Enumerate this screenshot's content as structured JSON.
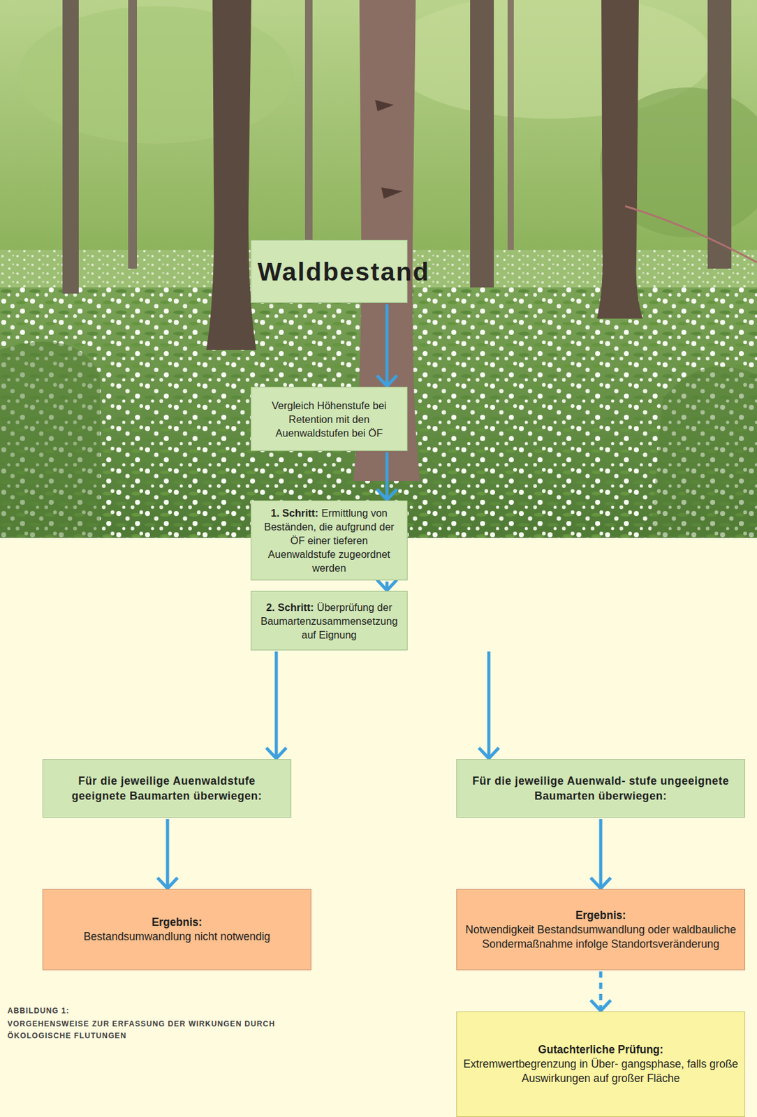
{
  "diagram": {
    "caption": "VORGEHENSWEISE ZUR ERFASSUNG DER WIRKUNGEN DURCH ÖKOLOGISCHE FLUTUNGEN",
    "nodes": [
      {
        "text": [
          "Waldbestand"
        ]
      },
      {
        "text": [
          "Vergleich Höhenstufe bei Retention mit den Auenwaldstufen bei ÖF"
        ]
      },
      {
        "text": [
          "1. Schritt:",
          "Ermittlung von Beständen, die aufgrund der ÖF einer tieferen Auenwaldstufe zugeordnet werden"
        ]
      },
      {
        "text": [
          "2. Schritt:",
          "Überprüfung der Baumartenzusammensetzung auf Eignung"
        ]
      },
      {
        "text": [
          "Für die jeweilige Auenwaldstufe geeignete Baumarten überwiegen:"
        ]
      },
      {
        "text": [
          "Für die jeweilige Auenwald- stufe ungeeignete Baumarten überwiegen:"
        ]
      },
      {
        "text": [
          "Ergebnis:",
          "Bestandsumwandlung nicht notwendig"
        ]
      },
      {
        "text": [
          "Ergebnis:",
          "Notwendigkeit Bestandsumwandlung oder waldbauliche Sondermaßnahme infolge Standortsveränderung"
        ]
      },
      {
        "text": [
          "Gutachterliche Prüfung:",
          "Extremwertbegrenzung in Über- gangsphase, falls große Auswirkungen auf großer Fläche"
        ]
      }
    ],
    "edges": [
      {
        "from": 0,
        "to": 1,
        "arrow": "to"
      },
      {
        "from": 1,
        "to": 2,
        "arrow": "to"
      },
      {
        "from": 2,
        "to": 3,
        "arrow": "to"
      },
      {
        "from": 3,
        "to": 4,
        "arrow": "to"
      },
      {
        "from": 3,
        "to": 5,
        "arrow": "to"
      },
      {
        "from": 4,
        "to": 6,
        "arrow": "to"
      },
      {
        "from": 5,
        "to": 7,
        "arrow": "to"
      },
      {
        "from": 7,
        "to": 8,
        "arrow": "to"
      }
    ],
    "labels": [
      "ABBILDUNG 1:"
    ]
  }
}
